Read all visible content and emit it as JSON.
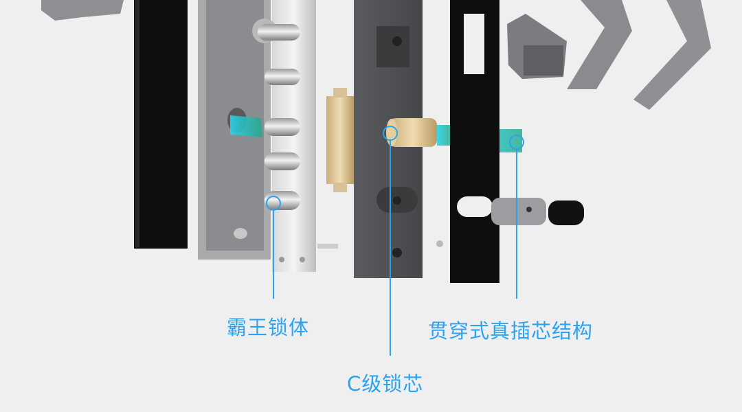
{
  "accent_color": "#2ba3f0",
  "callouts": [
    {
      "id": "lock-body",
      "text": "霸王锁体"
    },
    {
      "id": "lock-cylinder",
      "text": "C级锁芯"
    },
    {
      "id": "through-core",
      "text": "贯穿式真插芯结构"
    }
  ]
}
